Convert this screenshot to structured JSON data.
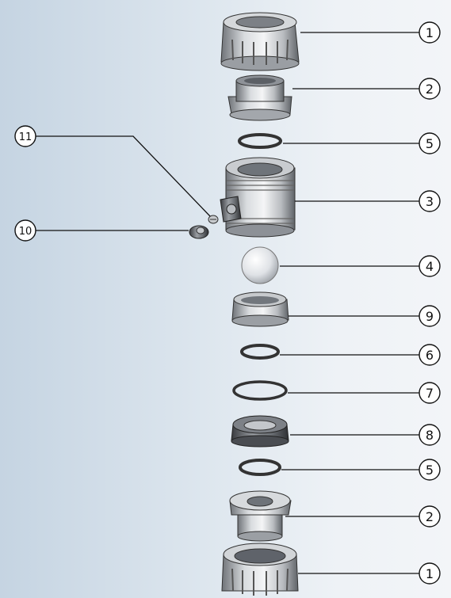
{
  "diagram": {
    "callouts": [
      {
        "id": "top-union-nut",
        "label": "1"
      },
      {
        "id": "top-end-connector",
        "label": "2"
      },
      {
        "id": "top-o-ring-5",
        "label": "5"
      },
      {
        "id": "body",
        "label": "3"
      },
      {
        "id": "ball",
        "label": "4"
      },
      {
        "id": "ball-seat-9",
        "label": "9"
      },
      {
        "id": "o-ring-6",
        "label": "6"
      },
      {
        "id": "o-ring-7",
        "label": "7"
      },
      {
        "id": "seat-carrier-8",
        "label": "8"
      },
      {
        "id": "bottom-o-ring-5",
        "label": "5"
      },
      {
        "id": "bottom-end-connector",
        "label": "2"
      },
      {
        "id": "bottom-union-nut",
        "label": "1"
      },
      {
        "id": "side-screw-11",
        "label": "11"
      },
      {
        "id": "side-cap-10",
        "label": "10"
      }
    ]
  }
}
